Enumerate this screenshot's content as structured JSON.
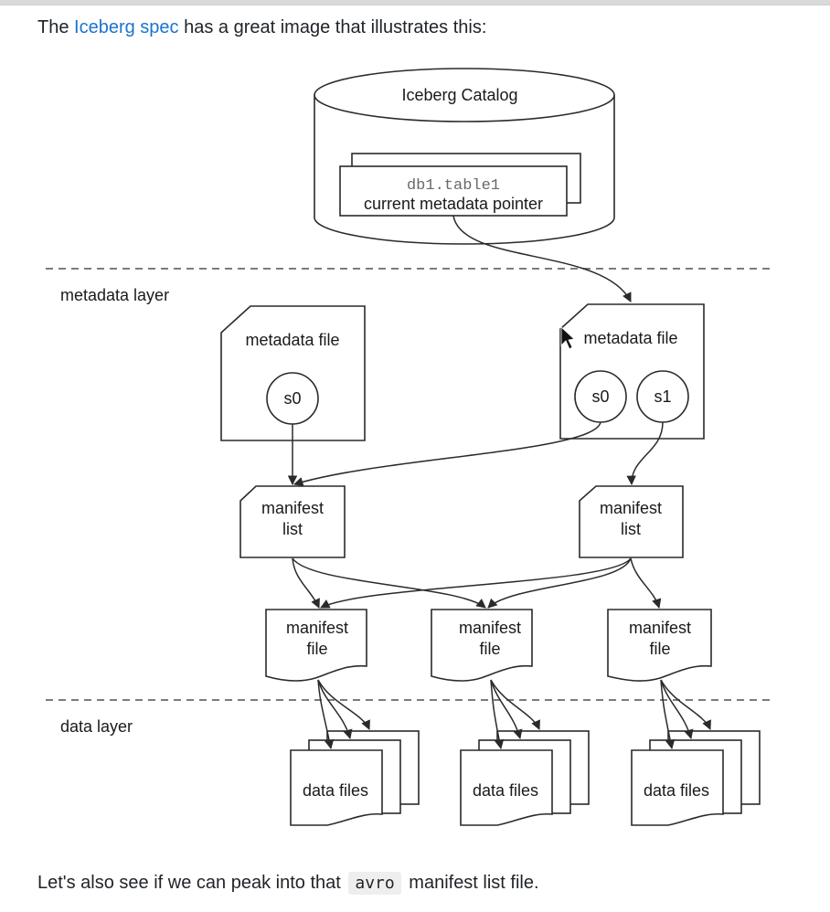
{
  "paragraph_top": {
    "prefix": "The ",
    "link_text": "Iceberg spec",
    "suffix": " has a great image that illustrates this:"
  },
  "paragraph_bottom": {
    "prefix": "Let's also see if we can peak into that",
    "code": "avro",
    "suffix": "manifest list file."
  },
  "colors": {
    "link": "#1a73d1",
    "code_background": "#eeeeee"
  },
  "diagram": {
    "catalog": {
      "title": "Iceberg Catalog",
      "table_name": "db1.table1",
      "pointer_label": "current metadata pointer"
    },
    "layers": {
      "metadata": "metadata layer",
      "data": "data layer"
    },
    "metadata_files": [
      {
        "label": "metadata file",
        "snapshots": [
          "s0"
        ]
      },
      {
        "label": "metadata file",
        "snapshots": [
          "s0",
          "s1"
        ]
      }
    ],
    "manifest_lists": [
      {
        "line1": "manifest",
        "line2": "list"
      },
      {
        "line1": "manifest",
        "line2": "list"
      }
    ],
    "manifest_files": [
      {
        "line1": "manifest",
        "line2": "file"
      },
      {
        "line1": "manifest",
        "line2": "file"
      },
      {
        "line1": "manifest",
        "line2": "file"
      }
    ],
    "data_files": [
      {
        "label": "data files"
      },
      {
        "label": "data files"
      },
      {
        "label": "data files"
      }
    ],
    "cursor": "mouse-pointer-icon"
  }
}
